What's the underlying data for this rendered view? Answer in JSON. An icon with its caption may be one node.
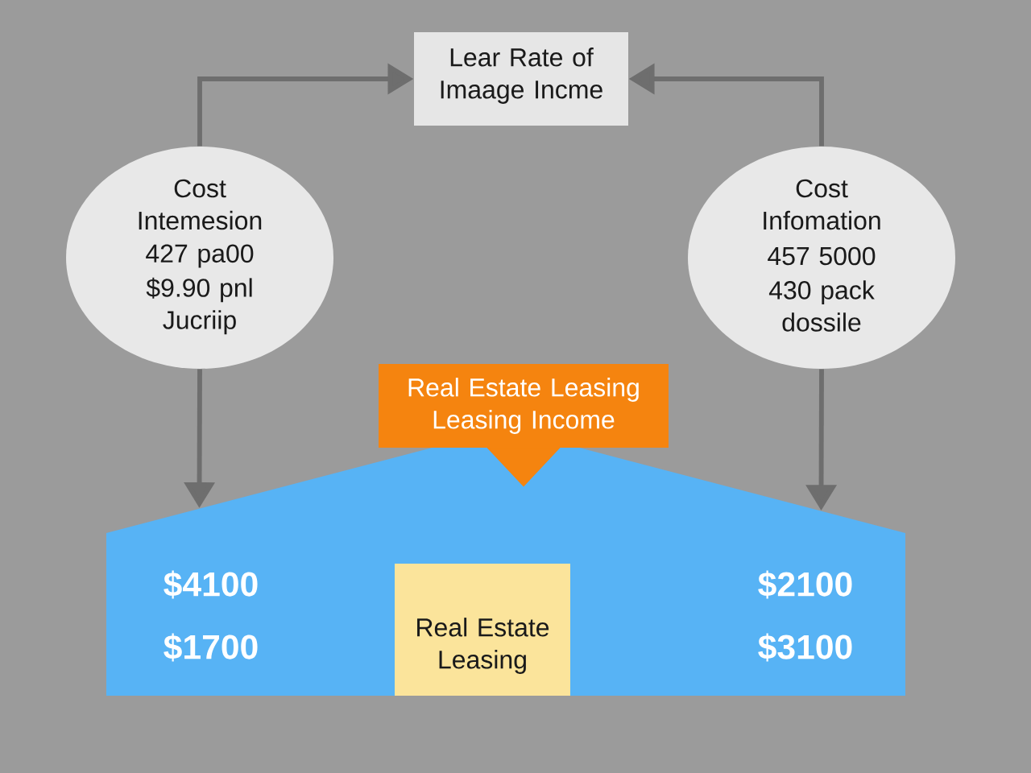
{
  "diagram": {
    "nodes": [
      {
        "text": [
          "Lear Rate of Imaage Incme"
        ]
      },
      {
        "text": [
          "Cost Intemesion",
          "427 pa00",
          "$9.90 pnl Jucriip"
        ]
      },
      {
        "text": [
          "Cost Infomation",
          "457 5000",
          "430 pack dossile"
        ]
      },
      {
        "text": [
          "Real Estate Leasing Leasing Income"
        ]
      },
      {
        "text": [
          "$4100",
          "$2100",
          "$1700",
          "$3100"
        ]
      },
      {
        "text": [
          "Real Estate Leasing"
        ],
        "in": 4
      }
    ],
    "edges": [
      {
        "from": 1,
        "to": 0,
        "arrow": "to"
      },
      {
        "from": 2,
        "to": 0,
        "arrow": "to"
      },
      {
        "from": 1,
        "to": 4,
        "arrow": "to"
      },
      {
        "from": 2,
        "to": 4,
        "arrow": "to"
      },
      {
        "from": 3,
        "to": 4,
        "arrow": "to",
        "color": "#f5840f"
      }
    ]
  }
}
